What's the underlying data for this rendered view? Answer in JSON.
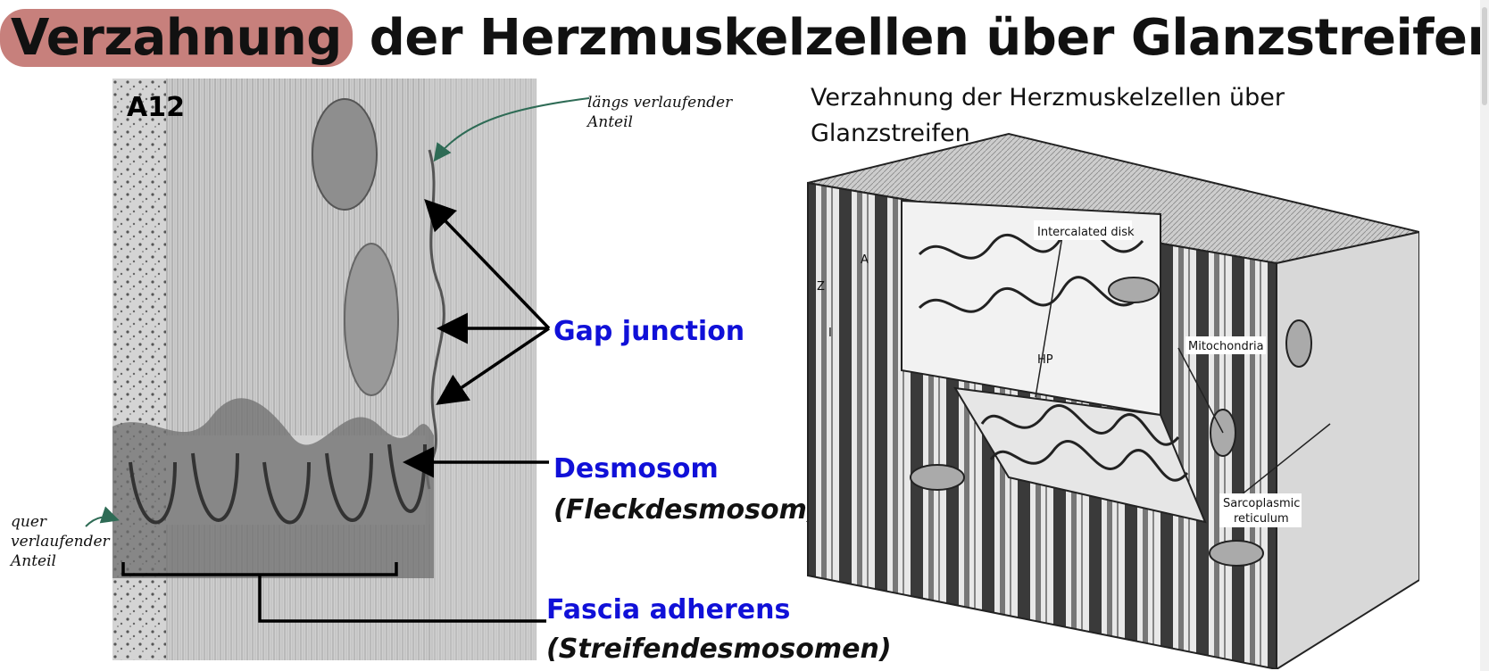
{
  "title": {
    "highlight": "Verzahnung",
    "rest": " der Herzmuskelzellen über Glanzstreifen"
  },
  "micrograph": {
    "tag": "A12"
  },
  "annotations": {
    "handwritten_top": [
      "längs verlaufender",
      "Anteil"
    ],
    "handwritten_left": [
      "quer",
      "verlaufender",
      "Anteil"
    ]
  },
  "labels": {
    "gap_junction": "Gap junction",
    "desmosom": "Desmosom",
    "fleckdesmosom": "(Fleckdesmosom)",
    "fascia_adherens": "Fascia adherens",
    "streifendesmosomen": "(Streifendesmosomen)"
  },
  "diagram": {
    "caption": "Verzahnung der Herzmuskelzellen über Glanzstreifen",
    "labels": {
      "intercalated_disk": "Intercalated disk",
      "a": "A",
      "z": "Z",
      "i": "I",
      "hp": "HP",
      "mitochondria": "Mitochondria",
      "sarcoplasmic_reticulum_1": "Sarcoplasmic",
      "sarcoplasmic_reticulum_2": "reticulum"
    }
  },
  "colors": {
    "highlight": "#c7807c",
    "label_blue": "#1010d8",
    "handwriting_arrow": "#2e6b55"
  }
}
